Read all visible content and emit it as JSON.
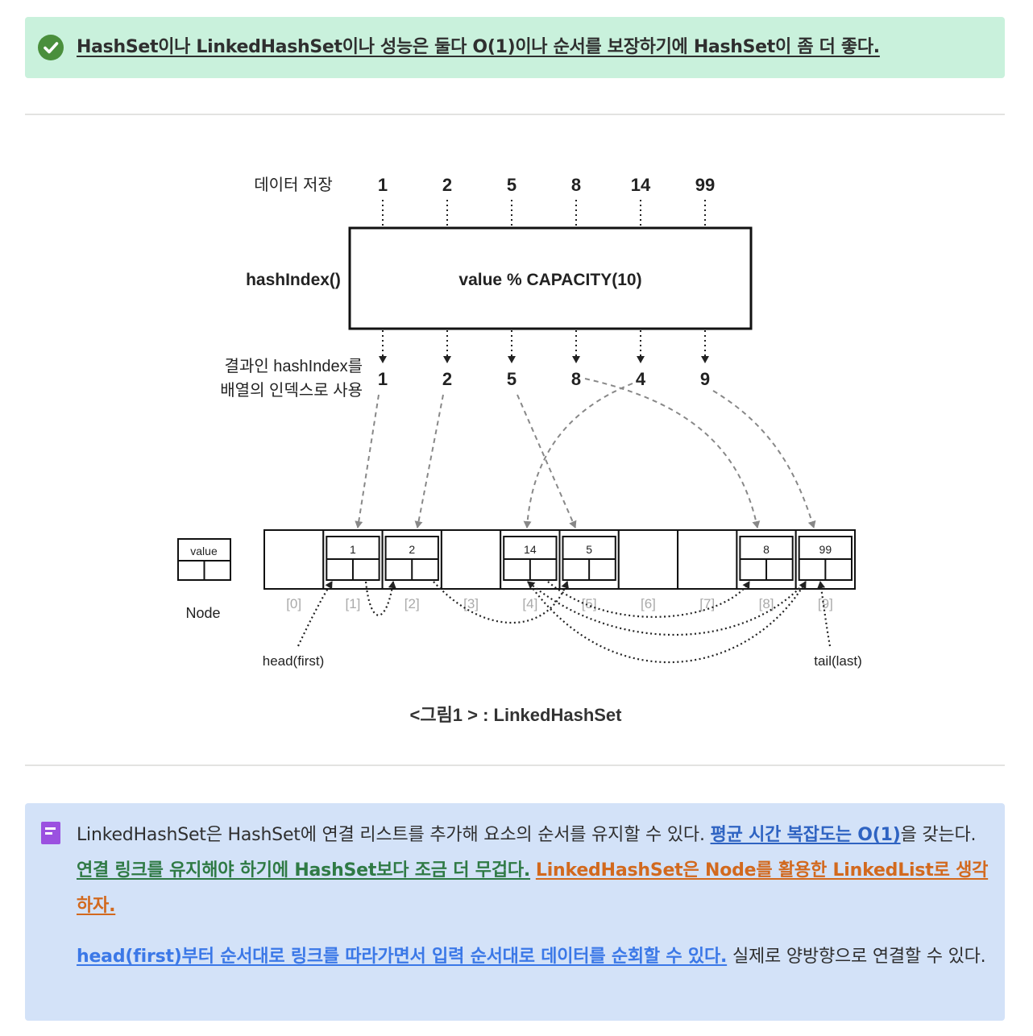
{
  "top_callout": {
    "icon": "check-circle-icon",
    "text": "HashSet이나 LinkedHashSet이나 성능은 둘다 O(1)이나 순서를 보장하기에 HashSet이 좀 더 좋다.",
    "color": "#c9f1dc"
  },
  "diagram": {
    "label_store": "데이터 저장",
    "inputs": [
      "1",
      "2",
      "5",
      "8",
      "14",
      "99"
    ],
    "label_hash": "hashIndex()",
    "box_text": "value % CAPACITY(10)",
    "label_result_line1": "결과인 hashIndex를",
    "label_result_line2": "배열의 인덱스로 사용",
    "results": [
      "1",
      "2",
      "5",
      "8",
      "4",
      "9"
    ],
    "node_legend_value": "value",
    "node_label": "Node",
    "indices": [
      "[0]",
      "[1]",
      "[2]",
      "[3]",
      "[4]",
      "[5]",
      "[6]",
      "[7]",
      "[8]",
      "[9]"
    ],
    "slot_values": [
      "",
      "1",
      "2",
      "",
      "14",
      "5",
      "",
      "",
      "8",
      "99"
    ],
    "head_label": "head(first)",
    "tail_label": "tail(last)",
    "caption": "<그림1 > : LinkedHashSet"
  },
  "bottom_callout": {
    "icon": "note-icon",
    "color": "#d3e2f8",
    "p1_plain1": "LinkedHashSet은 HashSet에 연결 리스트를 추가해 요소의 순서를 유지할 수 있다. ",
    "p1_blue": "평균 시간 복잡도는 O(1)",
    "p1_plain2": "을 갖는다. ",
    "p1_green": "연결 링크를 유지해야 하기에 HashSet보다 조금 더 무겁다.",
    "p1_space": " ",
    "p1_orange": "LinkedHashSet은 Node를 활용한 LinkedList로 생각하자.",
    "p2_link": "head(first)부터 순서대로 링크를 따라가면서 입력 순서대로 데이터를 순회할 수 있다.",
    "p2_plain": " 실제로 양방향으로 연결할 수 있다."
  }
}
